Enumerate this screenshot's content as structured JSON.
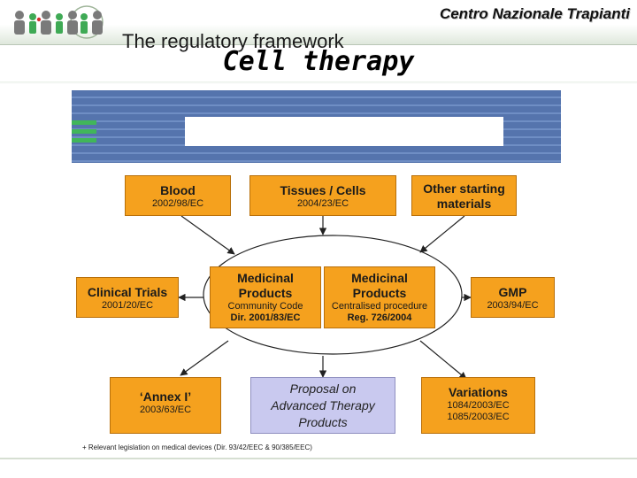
{
  "header": {
    "org": "Centro Nazionale Trapianti",
    "title": "Cell therapy"
  },
  "banner": {
    "text": "The regulatory framework"
  },
  "boxes": {
    "blood": {
      "title": "Blood",
      "code": "2002/98/EC"
    },
    "tissues": {
      "title": "Tissues / Cells",
      "code": "2004/23/EC"
    },
    "other": {
      "line1": "Other starting",
      "line2": "materials"
    },
    "clinical": {
      "title": "Clinical Trials",
      "code": "2001/20/EC"
    },
    "gmp": {
      "title": "GMP",
      "code": "2003/94/EC"
    },
    "med1": {
      "line1": "Medicinal",
      "line2": "Products",
      "sub": "Community Code",
      "code": "Dir. 2001/83/EC"
    },
    "med2": {
      "line1": "Medicinal",
      "line2": "Products",
      "sub": "Centralised procedure",
      "code": "Reg. 726/2004"
    },
    "annex": {
      "title": "‘Annex I’",
      "code": "2003/63/EC"
    },
    "proposal": {
      "line1": "Proposal on",
      "line2": "Advanced Therapy",
      "line3": "Products"
    },
    "variations": {
      "title": "Variations",
      "code1": "1084/2003/EC",
      "code2": "1085/2003/EC"
    }
  },
  "footnote": "+ Relevant legislation on medical devices (Dir. 93/42/EEC & 90/385/EEC)",
  "colors": {
    "box": "#f5a11e",
    "proposal": "#c9c9ef",
    "banner": "#5574ad",
    "accent_green": "#41b65a"
  }
}
